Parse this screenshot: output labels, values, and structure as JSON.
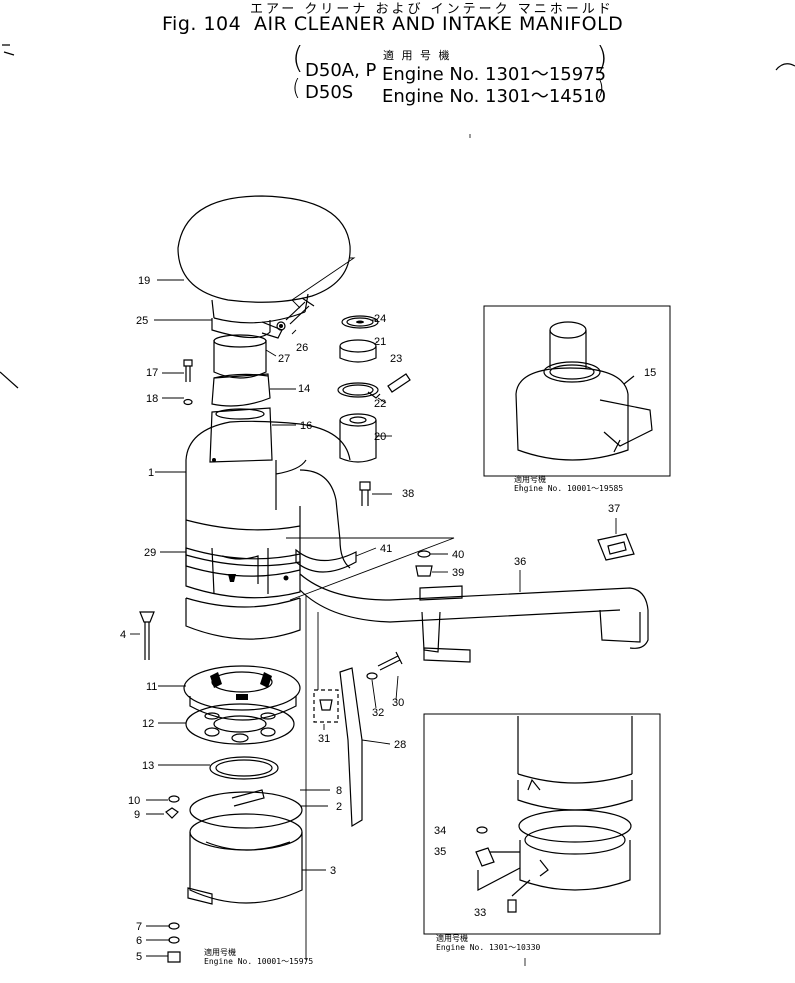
{
  "header": {
    "japanese_title": "エアー クリーナ および インテーク マニホールド",
    "fig_label": "Fig. 104",
    "title": "AIR CLEANER AND INTAKE MANIFOLD",
    "applicability_jp": "適 用 号 機",
    "rows": [
      {
        "model": "D50A, P",
        "engine": "Engine No. 1301～15975"
      },
      {
        "model": "D50S",
        "engine": "Engine No. 1301～14510"
      }
    ]
  },
  "insets": {
    "upper_right": {
      "caption_jp": "適用号機",
      "caption": "Engine No. 10001～19585"
    },
    "lower_right": {
      "caption_jp": "適用号機",
      "caption": "Engine No. 1301～10330"
    },
    "main_bottom": {
      "caption_jp": "適用号機",
      "caption": "Engine No. 10001～15975"
    }
  },
  "callouts": [
    "1",
    "2",
    "3",
    "4",
    "5",
    "6",
    "7",
    "8",
    "9",
    "10",
    "11",
    "12",
    "13",
    "14",
    "15",
    "16",
    "17",
    "18",
    "19",
    "20",
    "21",
    "22",
    "23",
    "24",
    "25",
    "26",
    "27",
    "28",
    "29",
    "30",
    "31",
    "32",
    "33",
    "34",
    "35",
    "36",
    "37",
    "38",
    "39",
    "40",
    "41"
  ]
}
